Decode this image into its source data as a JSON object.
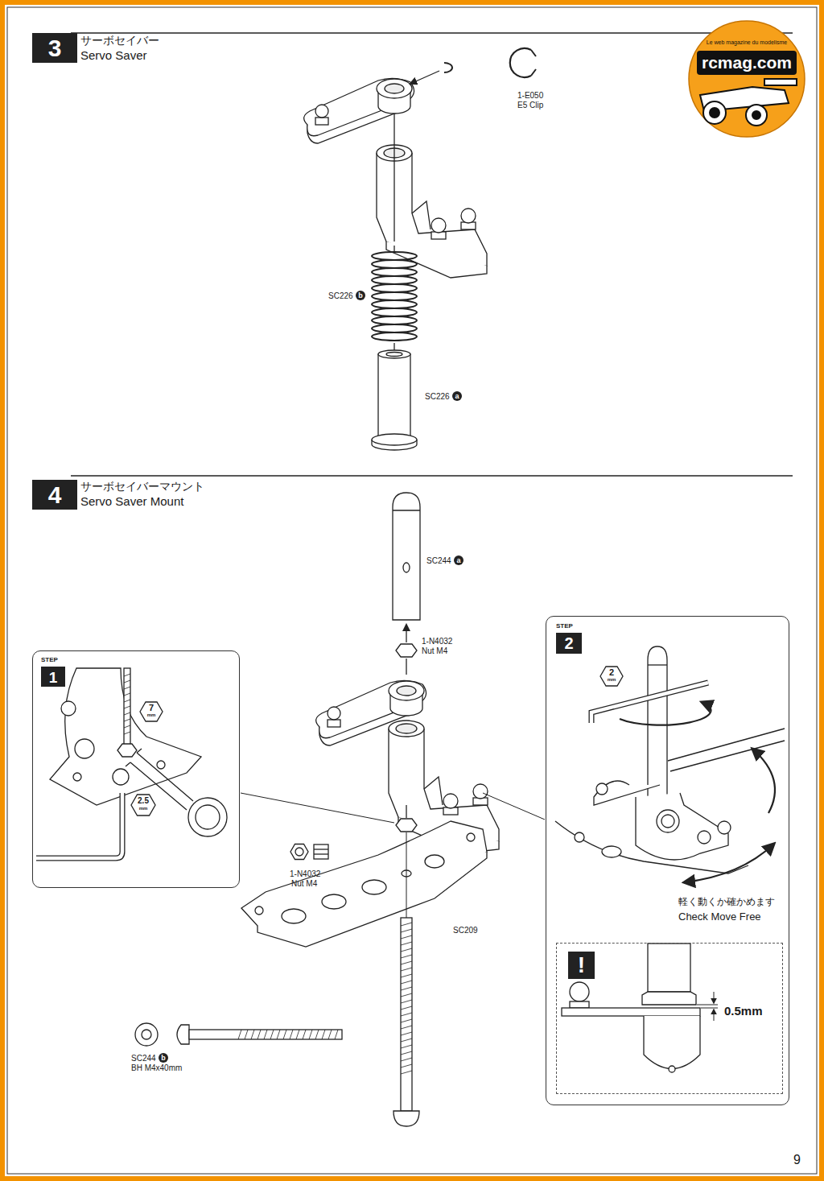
{
  "diagram": {
    "nodes": [
      {
        "text": [
          "3"
        ]
      },
      {
        "text": [
          "4"
        ]
      },
      {
        "text": [
          "STEP"
        ]
      },
      {
        "text": [
          "1"
        ],
        "in": 2
      },
      {
        "text": [
          "STEP"
        ]
      },
      {
        "text": [
          "2"
        ],
        "in": 4
      },
      {
        "text": [
          "0.5mm"
        ],
        "in": 4
      },
      {
        "text": [
          "!"
        ],
        "in": 6
      }
    ],
    "labels": [
      "サーボセイバー",
      "Servo Saver",
      "1-E050",
      "E5 Clip",
      "SC226",
      "b",
      "SC226",
      "a",
      "サーボセイバーマウント",
      "Servo Saver Mount",
      "SC244",
      "a",
      "1-N4032",
      "Nut M4",
      "1-N4032",
      "Nut M4",
      "SC209",
      "SC244",
      "b",
      "BH M4x40mm",
      "7",
      "mm",
      "2.5",
      "mm",
      "2",
      "mm",
      "軽く動くか確かめます",
      "Check Move Free",
      "rcmag.com",
      "Le web magazine du modelisme",
      "9"
    ]
  }
}
